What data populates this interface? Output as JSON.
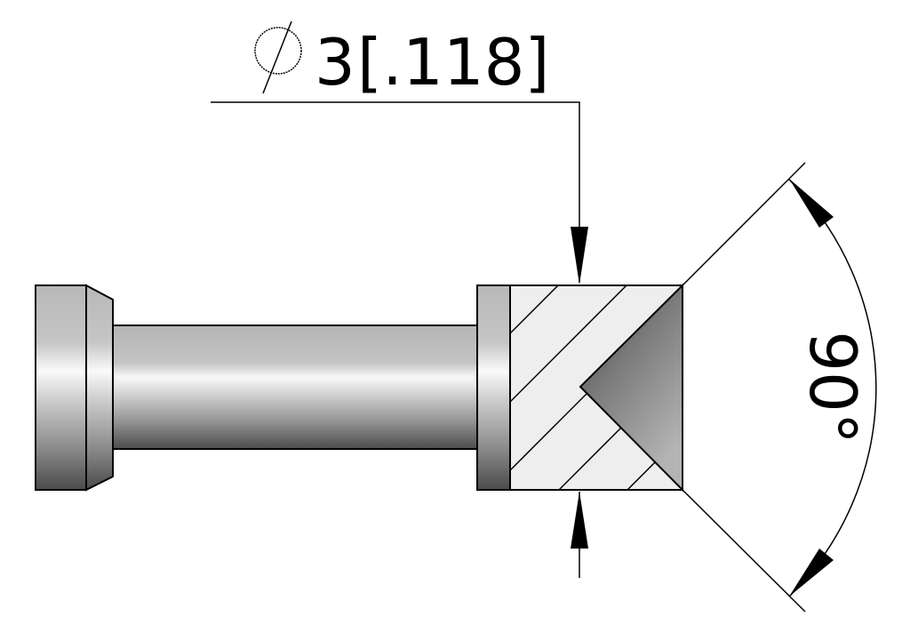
{
  "drawing": {
    "title": "Pin with 90° countersink — section view",
    "background": "#ffffff",
    "line_color": "#000000",
    "section_fill": "#eeeeee"
  },
  "dimensions": {
    "diameter": {
      "symbol": "⌀",
      "value": "3",
      "alt_value": "[.118]",
      "label": "⌀3[.118]"
    },
    "angle": {
      "value": "90°",
      "label": "90°"
    }
  },
  "parts": {
    "head": "Head flange with chamfer",
    "shaft": "Cylindrical shaft",
    "collar": "Collar",
    "section": "Hatched section with conical countersink"
  }
}
